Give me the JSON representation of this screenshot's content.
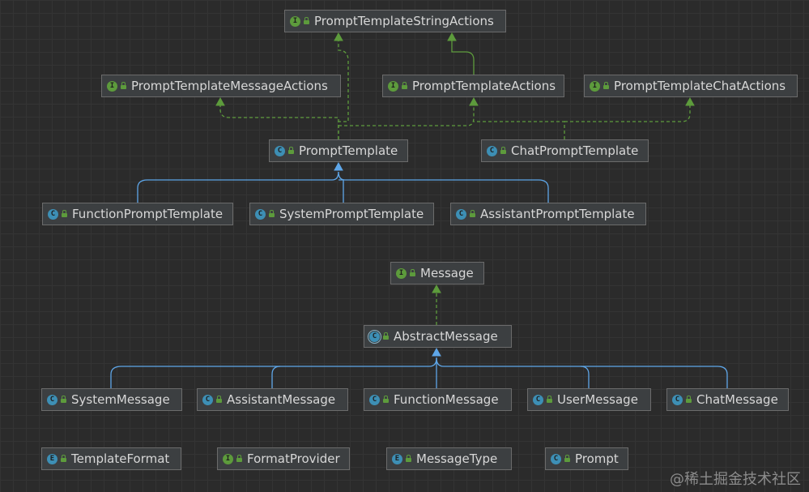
{
  "diagram": {
    "nodes": [
      {
        "id": "ptsa",
        "kind": "I",
        "label": "PromptTemplateStringActions"
      },
      {
        "id": "ptma",
        "kind": "I",
        "label": "PromptTemplateMessageActions"
      },
      {
        "id": "pta",
        "kind": "I",
        "label": "PromptTemplateActions"
      },
      {
        "id": "ptca",
        "kind": "I",
        "label": "PromptTemplateChatActions"
      },
      {
        "id": "pt",
        "kind": "C",
        "label": "PromptTemplate"
      },
      {
        "id": "cpt",
        "kind": "C",
        "label": "ChatPromptTemplate"
      },
      {
        "id": "fpt",
        "kind": "C",
        "label": "FunctionPromptTemplate"
      },
      {
        "id": "spt",
        "kind": "C",
        "label": "SystemPromptTemplate"
      },
      {
        "id": "apt",
        "kind": "C",
        "label": "AssistantPromptTemplate"
      },
      {
        "id": "msg",
        "kind": "I",
        "label": "Message"
      },
      {
        "id": "am",
        "kind": "A",
        "label": "AbstractMessage"
      },
      {
        "id": "sm",
        "kind": "C",
        "label": "SystemMessage"
      },
      {
        "id": "asm",
        "kind": "C",
        "label": "AssistantMessage"
      },
      {
        "id": "fm",
        "kind": "C",
        "label": "FunctionMessage"
      },
      {
        "id": "um",
        "kind": "C",
        "label": "UserMessage"
      },
      {
        "id": "cm",
        "kind": "C",
        "label": "ChatMessage"
      },
      {
        "id": "tf",
        "kind": "E",
        "label": "TemplateFormat"
      },
      {
        "id": "fp",
        "kind": "I",
        "label": "FormatProvider"
      },
      {
        "id": "mt",
        "kind": "E",
        "label": "MessageType"
      },
      {
        "id": "pr",
        "kind": "C",
        "label": "Prompt"
      }
    ],
    "edges": [
      {
        "from": "pt",
        "to": "ptsa",
        "type": "implements"
      },
      {
        "from": "pt",
        "to": "ptma",
        "type": "implements"
      },
      {
        "from": "pt",
        "to": "pta",
        "type": "implements"
      },
      {
        "from": "pta",
        "to": "ptsa",
        "type": "extends-interface"
      },
      {
        "from": "cpt",
        "to": "pta",
        "type": "implements"
      },
      {
        "from": "cpt",
        "to": "ptca",
        "type": "implements"
      },
      {
        "from": "fpt",
        "to": "pt",
        "type": "extends"
      },
      {
        "from": "spt",
        "to": "pt",
        "type": "extends"
      },
      {
        "from": "apt",
        "to": "pt",
        "type": "extends"
      },
      {
        "from": "am",
        "to": "msg",
        "type": "implements"
      },
      {
        "from": "sm",
        "to": "am",
        "type": "extends"
      },
      {
        "from": "asm",
        "to": "am",
        "type": "extends"
      },
      {
        "from": "fm",
        "to": "am",
        "type": "extends"
      },
      {
        "from": "um",
        "to": "am",
        "type": "extends"
      },
      {
        "from": "cm",
        "to": "am",
        "type": "extends"
      }
    ],
    "kind_letters": {
      "I": "I",
      "C": "C",
      "E": "E",
      "A": "C"
    },
    "colors": {
      "background": "#2b2b2b",
      "node_fill": "#3c3f41",
      "node_border": "#6b6b6b",
      "text": "#d7d7d7",
      "interface_icon": "#5d9b3c",
      "class_icon": "#3d8fb5",
      "implements_edge": "#5d9b3c",
      "extends_edge": "#5ea6e8"
    }
  },
  "watermark": "@稀土掘金技术社区"
}
